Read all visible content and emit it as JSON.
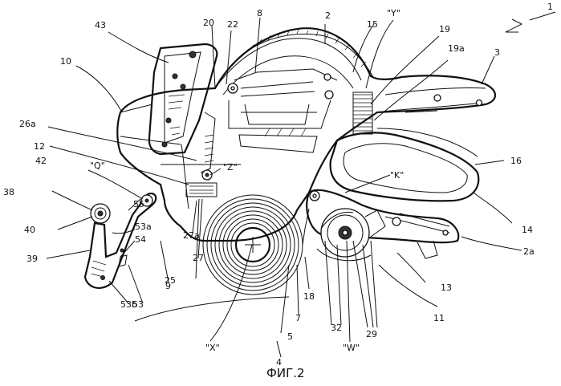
{
  "figure": {
    "caption": "ФИГ.2",
    "title_number": "1"
  },
  "labels": {
    "n1": "1",
    "n2": "2",
    "n2a": "2a",
    "n3": "3",
    "n4": "4",
    "n5": "5",
    "n7": "7",
    "n8": "8",
    "n9": "9",
    "n10": "10",
    "n11": "11",
    "n12": "12",
    "n13": "13",
    "n14": "14",
    "n15": "15",
    "n16": "16",
    "n18": "18",
    "n19": "19",
    "n19a": "19a",
    "n20": "20",
    "n22": "22",
    "n25": "25",
    "n26a": "26a",
    "n27": "27",
    "n27a": "27a",
    "n29": "29",
    "n32": "32",
    "n38": "38",
    "n39": "39",
    "n40": "40",
    "n42": "42",
    "n43": "43",
    "n53": "53",
    "n53a": "53a",
    "n53b": "53b",
    "n54": "54",
    "n55": "55",
    "Q": "\"Q\"",
    "Z": "\"Z\"",
    "Y": "\"Y\"",
    "K": "\"K\"",
    "X": "\"X\"",
    "W": "\"W\""
  }
}
